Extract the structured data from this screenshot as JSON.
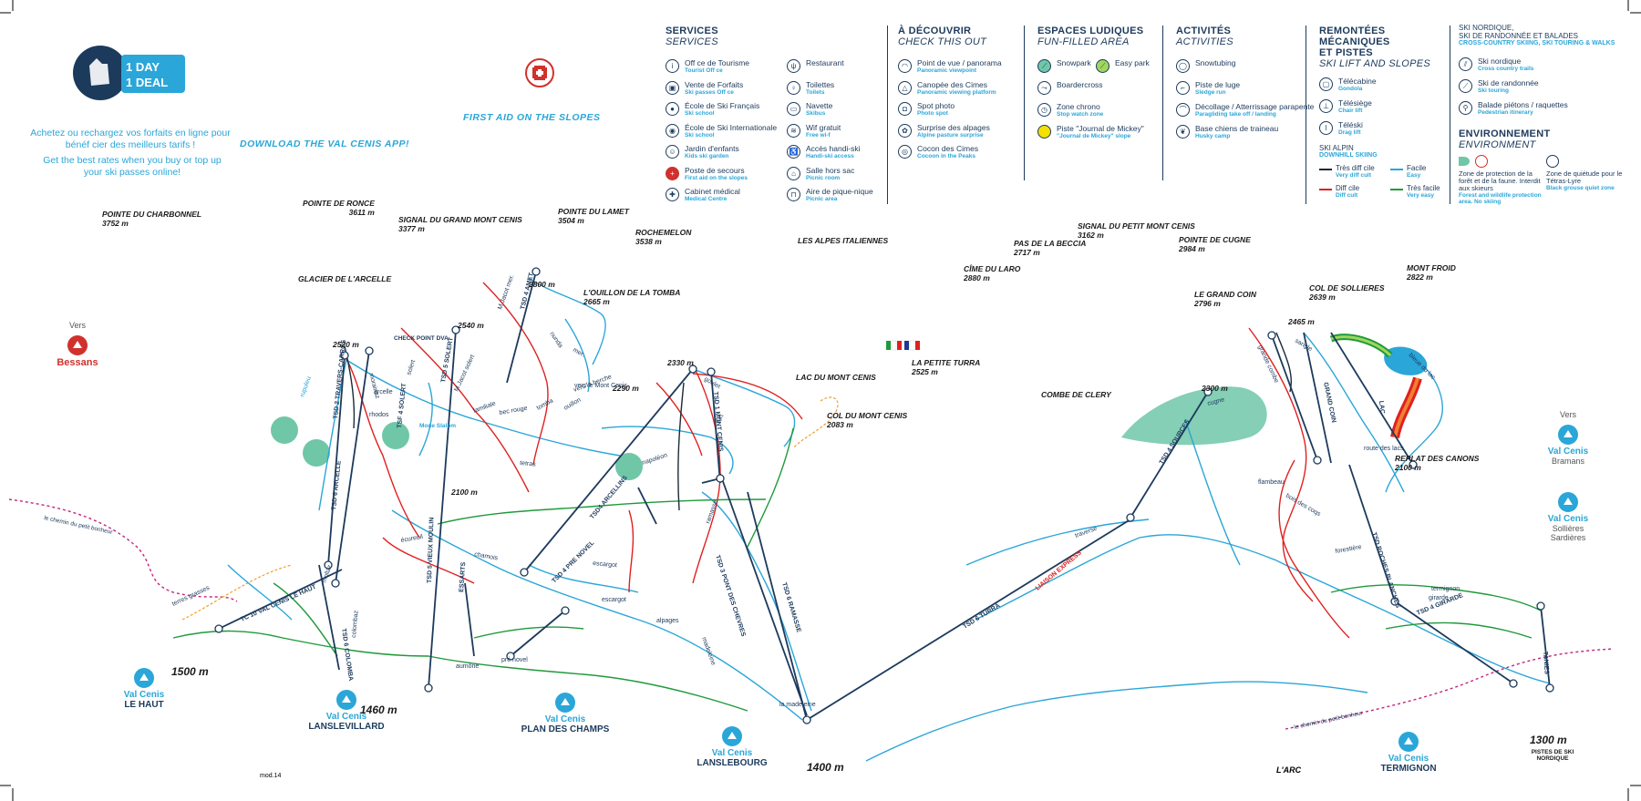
{
  "promo": {
    "badge_line1": "1 DAY",
    "badge_line2": "1 DEAL",
    "fr_text": "Achetez ou rechargez vos forfaits en ligne pour bénéf cier des meilleurs tarifs !",
    "en_text": "Get the best rates when you buy or top up your ski passes online!",
    "app_text": "DOWNLOAD THE VAL CENIS APP!",
    "first_aid": "FIRST AID ON THE SLOPES"
  },
  "legend": {
    "services": {
      "title": "SERVICES",
      "subtitle": "SERVICES",
      "items_col1": [
        {
          "fr": "Off ce de Tourisme",
          "en": "Tourist Off ce",
          "icon": "info-icon"
        },
        {
          "fr": "Vente de Forfaits",
          "en": "Ski passes Off ce",
          "icon": "ticket-icon"
        },
        {
          "fr": "École de Ski Français",
          "en": "Ski school",
          "icon": "esf-icon"
        },
        {
          "fr": "École de Ski Internationale",
          "en": "Ski school",
          "icon": "esi-icon"
        },
        {
          "fr": "Jardin d'enfants",
          "en": "Kids ski garden",
          "icon": "kids-icon"
        },
        {
          "fr": "Poste de secours",
          "en": "First aid on the slopes",
          "icon": "first-aid-icon"
        },
        {
          "fr": "Cabinet médical",
          "en": "Medical Centre",
          "icon": "medical-icon"
        }
      ],
      "items_col2": [
        {
          "fr": "Restaurant",
          "en": "",
          "icon": "restaurant-icon"
        },
        {
          "fr": "Toilettes",
          "en": "Toilets",
          "icon": "toilets-icon"
        },
        {
          "fr": "Navette",
          "en": "Skibus",
          "icon": "bus-icon"
        },
        {
          "fr": "Wif gratuit",
          "en": "Free wi-f",
          "icon": "wifi-icon"
        },
        {
          "fr": "Accès handi-ski",
          "en": "Handi-ski access",
          "icon": "handiski-icon"
        },
        {
          "fr": "Salle hors sac",
          "en": "Picnic room",
          "icon": "picnic-room-icon"
        },
        {
          "fr": "Aire de pique-nique",
          "en": "Picnic area",
          "icon": "picnic-area-icon"
        }
      ]
    },
    "decouvrir": {
      "title": "À DÉCOUVRIR",
      "subtitle": "CHECK THIS OUT",
      "items": [
        {
          "fr": "Point de vue / panorama",
          "en": "Panoramic viewpoint",
          "icon": "viewpoint-icon"
        },
        {
          "fr": "Canopée des Cimes",
          "en": "Panoramic viewing platform",
          "icon": "canopy-icon"
        },
        {
          "fr": "Spot photo",
          "en": "Photo spot",
          "icon": "camera-icon"
        },
        {
          "fr": "Surprise des alpages",
          "en": "Alpine pasture surprise",
          "icon": "surprise-icon"
        },
        {
          "fr": "Cocon des Cimes",
          "en": "Cocoon in the Peaks",
          "icon": "cocoon-icon"
        }
      ]
    },
    "ludiques": {
      "title": "ESPACES LUDIQUES",
      "subtitle": "FUN-FILLED AREA",
      "items": [
        {
          "fr": "Snowpark",
          "en": "",
          "icon": "snowpark-icon"
        },
        {
          "fr": "Easy park",
          "en": "",
          "icon": "easypark-icon"
        },
        {
          "fr": "Boardercross",
          "en": "",
          "icon": "boardercross-icon"
        },
        {
          "fr": "Zone chrono",
          "en": "Stop watch zone",
          "icon": "chrono-icon"
        },
        {
          "fr": "Piste \"Journal de Mickey\"",
          "en": "\"Journal de Mickey\" slope",
          "icon": "mickey-icon"
        }
      ]
    },
    "activites": {
      "title": "ACTIVITÉS",
      "subtitle": "ACTIVITIES",
      "items": [
        {
          "fr": "Snowtubing",
          "en": "",
          "icon": "snowtubing-icon"
        },
        {
          "fr": "Piste de luge",
          "en": "Sledge run",
          "icon": "sledge-icon"
        },
        {
          "fr": "Décollage / Atterrissage parapente",
          "en": "Paragliding take off / landing",
          "icon": "paraglide-icon"
        },
        {
          "fr": "Base chiens de traineau",
          "en": "Husky camp",
          "icon": "husky-icon"
        }
      ]
    },
    "remontees": {
      "title1": "REMONTÉES",
      "title2": "MÉCANIQUES",
      "title3": "ET PISTES",
      "subtitle": "SKI LIFT AND SLOPES",
      "items": [
        {
          "fr": "Télécabine",
          "en": "Gondola",
          "icon": "gondola-icon"
        },
        {
          "fr": "Télésiège",
          "en": "Chair lift",
          "icon": "chairlift-icon"
        },
        {
          "fr": "Téléski",
          "en": "Drag lift",
          "icon": "draglift-icon"
        }
      ],
      "alpin_title": "SKI ALPIN",
      "alpin_sub": "DOWNHILL SKIING",
      "difficulty": [
        {
          "fr": "Très diff cile",
          "en": "Very diff cult",
          "color": "#1b2a3a"
        },
        {
          "fr": "Diff cile",
          "en": "Diff cult",
          "color": "#e02020"
        },
        {
          "fr": "Facile",
          "en": "Easy",
          "color": "#2aa6d8"
        },
        {
          "fr": "Très facile",
          "en": "Very easy",
          "color": "#1f9a3a"
        }
      ]
    },
    "nordique": {
      "title1": "SKI NORDIQUE,",
      "title2": "SKI DE RANDONNÉE ET BALADES",
      "subtitle": "CROSS-COUNTRY SKIING, SKI TOURING & WALKS",
      "items": [
        {
          "fr": "Ski nordique",
          "en": "Cross country trails",
          "icon": "nordic-icon"
        },
        {
          "fr": "Ski de randonnée",
          "en": "Ski touring",
          "icon": "touring-icon"
        },
        {
          "fr": "Balade piétons / raquettes",
          "en": "Pedestrian itinerary",
          "icon": "walker-icon"
        }
      ],
      "env_title": "ENVIRONNEMENT",
      "env_subtitle": "ENVIRONMENT",
      "env_items": [
        {
          "fr": "Zone de protection de la forêt et de la faune. Interdit aux skieurs",
          "en": "Forest and wildlife protection area. No skiing"
        },
        {
          "fr": "Zone de quiétude pour le Tétras-Lyre",
          "en": "Black grouse quiet zone"
        }
      ]
    }
  },
  "peaks": [
    {
      "name": "POINTE DU CHARBONNEL",
      "alt": "3752 m"
    },
    {
      "name": "POINTE DE RONCE",
      "alt": "3611 m"
    },
    {
      "name": "SIGNAL DU GRAND MONT CENIS",
      "alt": "3377 m"
    },
    {
      "name": "POINTE DU LAMET",
      "alt": "3504 m"
    },
    {
      "name": "ROCHEMELON",
      "alt": "3538 m"
    },
    {
      "name": "LES ALPES ITALIENNES",
      "alt": ""
    },
    {
      "name": "SIGNAL DU PETIT MONT CENIS",
      "alt": "3162 m"
    },
    {
      "name": "PAS DE LA BECCIA",
      "alt": "2717 m"
    },
    {
      "name": "POINTE DE CUGNE",
      "alt": "2984 m"
    },
    {
      "name": "CÎME DU LARO",
      "alt": "2880 m"
    },
    {
      "name": "GLACIER DE L'ARCELLE",
      "alt": ""
    },
    {
      "name": "L'OUILLON DE LA TOMBA",
      "alt": "2665 m"
    },
    {
      "name": "LE GRAND COIN",
      "alt": "2796 m"
    },
    {
      "name": "COL DE SOLLIERES",
      "alt": "2639 m"
    },
    {
      "name": "MONT FROID",
      "alt": "2822 m"
    },
    {
      "name": "LA PETITE TURRA",
      "alt": "2525 m"
    },
    {
      "name": "LAC DU MONT CENIS",
      "alt": ""
    },
    {
      "name": "COL DU MONT CENIS",
      "alt": "2083 m"
    },
    {
      "name": "COMBE DE CLERY",
      "alt": ""
    },
    {
      "name": "REPLAT DES CANONS",
      "alt": "2100 m"
    }
  ],
  "altitudes": [
    "2800 m",
    "2540 m",
    "2520 m",
    "2330 m",
    "2290 m",
    "2100 m",
    "2300 m",
    "2465 m"
  ],
  "base_altitudes": [
    "1500 m",
    "1460 m",
    "1400 m",
    "1300 m"
  ],
  "villages": [
    {
      "brand": "Val Cenis",
      "name": "LE HAUT"
    },
    {
      "brand": "Val Cenis",
      "name": "LANSLEVILLARD"
    },
    {
      "brand": "Val Cenis",
      "name": "PLAN DES CHAMPS"
    },
    {
      "brand": "Val Cenis",
      "name": "LANSLEBOURG"
    },
    {
      "brand": "Val Cenis",
      "name": "TERMIGNON"
    }
  ],
  "side_links": {
    "vers_label": "Vers",
    "bessans": "Bessans",
    "right_vers": "Vers",
    "bramans_brand": "Val Cenis",
    "bramans": "Bramans",
    "sollieres_brand": "Val Cenis",
    "sollieres": "Sollières Sardières"
  },
  "lifts": [
    "TSD 2 TRAVERS-CARROS",
    "TSD 6 ARCELLE",
    "TSD 5 SOLERT",
    "TSD 4 AMET",
    "TSD4 ARCELLINS",
    "TSD 1 MONT CENIS",
    "TSD 5 VIEUX MOULIN",
    "TSD 4 PRE NOVEL",
    "TSD 3 PONT DES CHEVRES",
    "TSD 6 RAMASSE",
    "TSD 6 TURRA",
    "TSD 4 SOURCES",
    "TSD 4 GIRARDE",
    "TSD ROCHES BLANCHES",
    "GRAND COIN",
    "LAC",
    "TC 10 VAL CENIS LE HAUT",
    "TSD 6 COLOMBA",
    "ESSARTS",
    "TSF 4 SOLERT",
    "TANIES"
  ],
  "slope_names": [
    "rupuleu",
    "arcelle",
    "rhodos",
    "solert",
    "M.Jacot solert",
    "M.Jacot mer.",
    "nunda",
    "mer.",
    "tomba",
    "tetras",
    "goulet",
    "familiale",
    "bec rouge",
    "écureuil",
    "chamois",
    "escargot",
    "alpages",
    "aumône",
    "pré novel",
    "ramasse",
    "madeleine",
    "fort",
    "napoléon",
    "flambeau",
    "bois des coqs",
    "forestière",
    "girarde",
    "termignon",
    "traverse",
    "grande combe",
    "sangle",
    "bleue du lac",
    "route des lacs",
    "colombaz",
    "la madeleine",
    "terres grasses",
    "vers la berche",
    "vers le Mont Cenis",
    "ouillon",
    "morainaz",
    "mollaz",
    "cugne",
    "escargot"
  ],
  "misc": {
    "check_point": "CHECK POINT DVA",
    "mode_slalom": "Mode Slalom",
    "liaison": "LIAISON EXPRESS",
    "chemin1": "le chemin du petit bonheur",
    "chemin2": "le chemin du petit bonheur",
    "larc": "L'ARC",
    "pistes_nordique": "PISTES DE SKI NORDIQUE",
    "mod": "mod.14"
  },
  "colors": {
    "navy": "#1c3a5c",
    "brand_blue": "#2aa6d8",
    "very_difficult": "#1b2a3a",
    "difficult": "#e02020",
    "easy": "#2aa6d8",
    "very_easy": "#1f9a3a",
    "nordic": "#c0267d",
    "walk": "#f0a030",
    "snowpark_zone": "#6fc7a8"
  }
}
